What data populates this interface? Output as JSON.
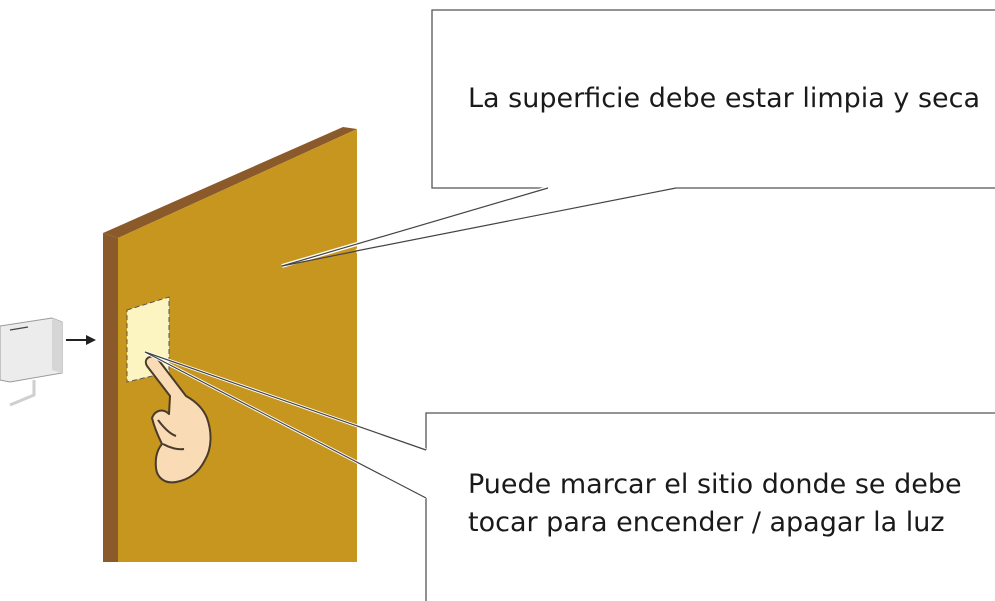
{
  "callouts": {
    "surface": {
      "text": "La superficie debe estar limpia y seca"
    },
    "mark": {
      "line1": "Puede marcar el sitio donde se debe",
      "line2": "tocar para encender / apagar la luz"
    }
  },
  "colors": {
    "wall_face": "#c7961f",
    "wall_edge": "#8b5a2b",
    "touch_area": "#fcf5c2",
    "skin": "#f9dcb6",
    "device": "#ececec",
    "outline": "#333333"
  },
  "icons": [
    "wall",
    "touch-area",
    "pointing-hand-icon",
    "sensor-device-icon",
    "arrow-icon"
  ]
}
